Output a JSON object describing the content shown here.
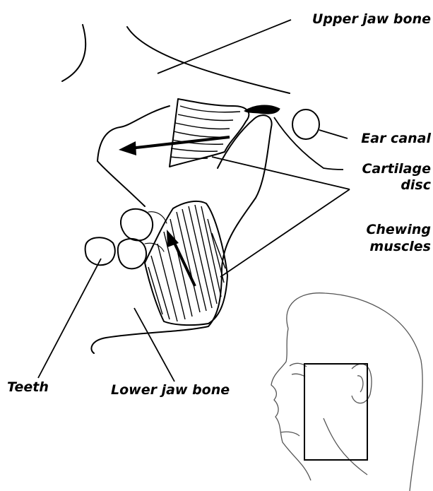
{
  "labels": {
    "upper_jaw_bone": "Upper jaw bone",
    "ear_canal": "Ear canal",
    "cartilage_line1": "Cartilage",
    "cartilage_line2": "disc",
    "chewing_line1": "Chewing",
    "chewing_line2": "muscles",
    "teeth": "Teeth",
    "lower_jaw_bone": "Lower jaw bone"
  },
  "colors": {
    "ink": "#000000",
    "background": "#ffffff",
    "sketch": "#555555"
  }
}
